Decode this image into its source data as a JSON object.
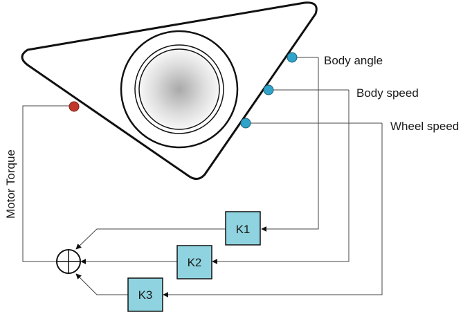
{
  "diagram": {
    "sensors": {
      "body_angle": {
        "label": "Body angle",
        "color": "#2fa3c9"
      },
      "body_speed": {
        "label": "Body speed",
        "color": "#2fa3c9"
      },
      "wheel_speed": {
        "label": "Wheel speed",
        "color": "#2fa3c9"
      }
    },
    "actuator": {
      "label": "Motor Torque",
      "color": "#c0392b"
    },
    "gains": [
      {
        "label": "K1"
      },
      {
        "label": "K2"
      },
      {
        "label": "K3"
      }
    ],
    "colors": {
      "gain_fill": "#8fd3e0",
      "outline": "#111111"
    }
  }
}
